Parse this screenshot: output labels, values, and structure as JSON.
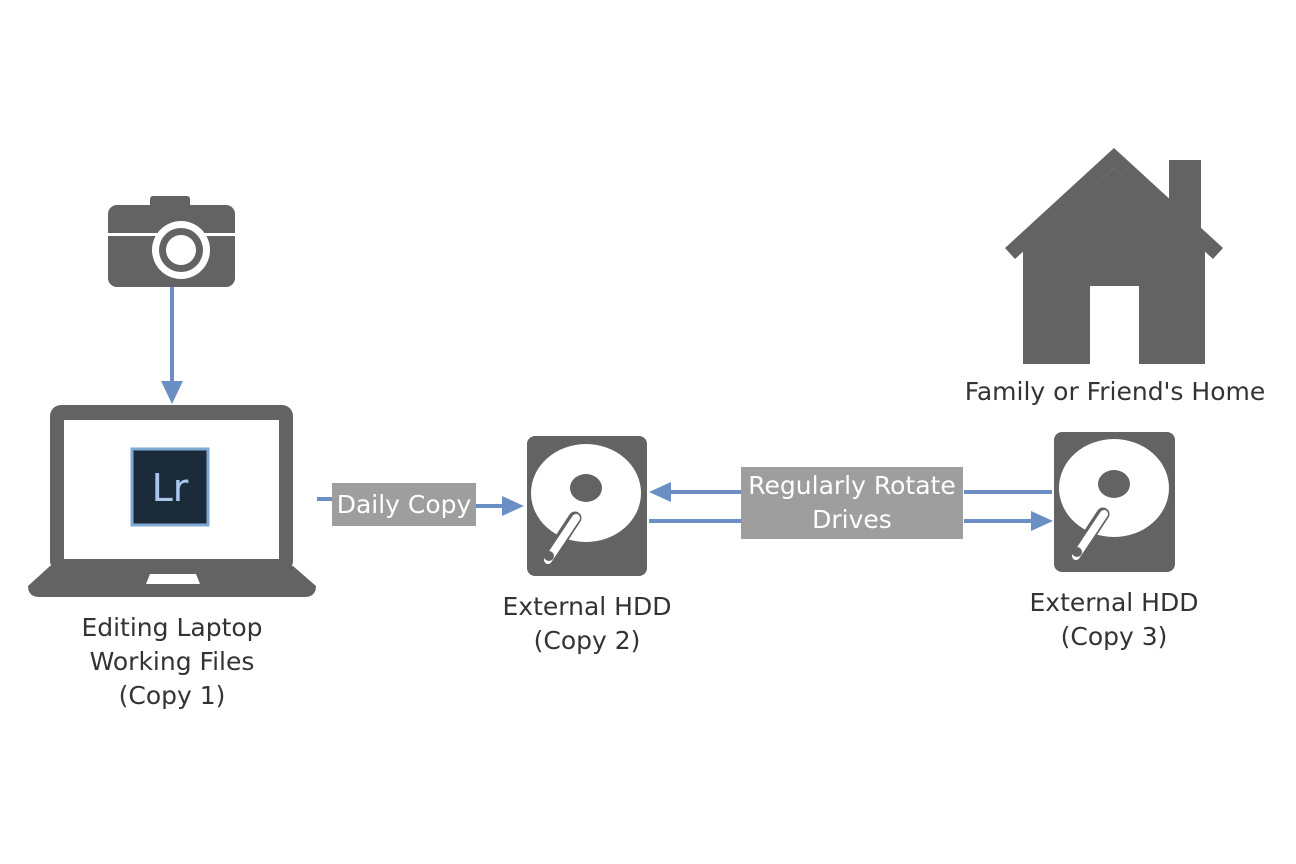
{
  "colors": {
    "icon": "#636363",
    "arrow": "#6b8fc4",
    "label_box": "#9e9e9e",
    "lr_bg": "#1c2b3a",
    "lr_border": "#7fa8d2",
    "lr_text": "#a9c8ec"
  },
  "icons": {
    "camera": "camera-icon",
    "laptop": "laptop-icon",
    "lightroom": "lightroom-logo-icon",
    "hdd_2": "hard-drive-icon",
    "hdd_3": "hard-drive-icon",
    "house": "house-icon"
  },
  "lightroom_logo_text": "Lr",
  "nodes": {
    "laptop": {
      "lines": [
        "Editing Laptop",
        "Working Files",
        "(Copy 1)"
      ]
    },
    "hdd_2": {
      "lines": [
        "External HDD",
        "(Copy 2)"
      ]
    },
    "hdd_3": {
      "lines": [
        "External HDD",
        "(Copy 3)"
      ]
    },
    "home": {
      "label": "Family or Friend's Home"
    }
  },
  "edges": {
    "daily_copy": {
      "label": "Daily Copy"
    },
    "rotate": {
      "lines": [
        "Regularly Rotate",
        "Drives"
      ]
    }
  }
}
